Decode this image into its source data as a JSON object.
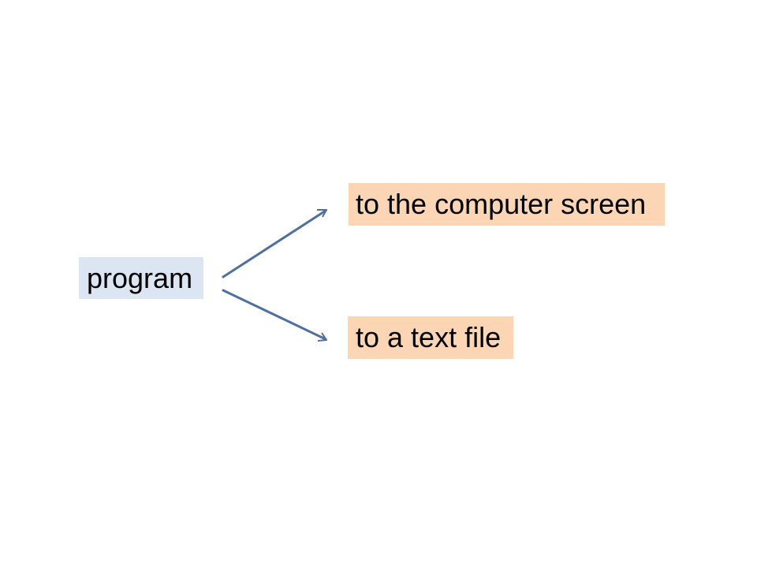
{
  "diagram": {
    "source": {
      "label": "program",
      "fill": "#dce6f2"
    },
    "targets": [
      {
        "label": "to the computer screen",
        "fill": "#fcd5b5"
      },
      {
        "label": "to a text file",
        "fill": "#fcd5b5"
      }
    ],
    "arrow_color": "#4f6f9e"
  }
}
